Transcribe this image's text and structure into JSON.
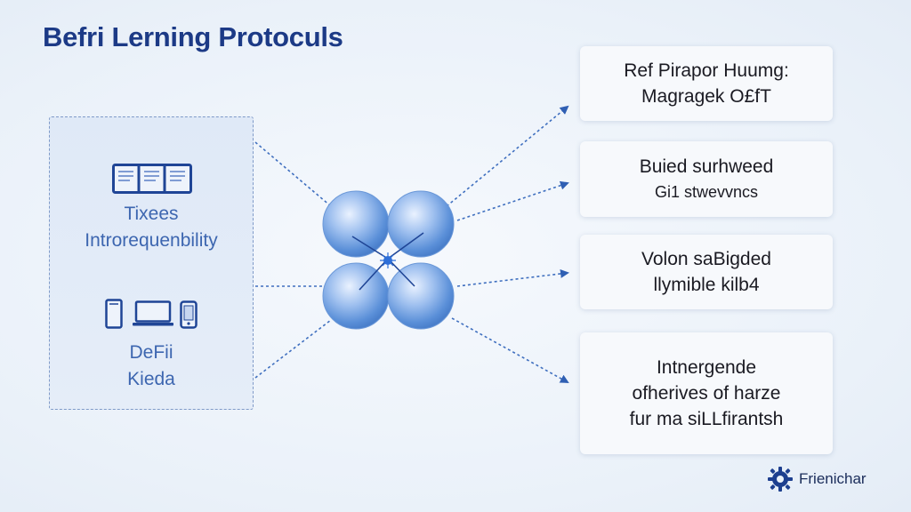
{
  "title": "Befri Lerning Protoculs",
  "left_panel": {
    "label_1": [
      "Tixees",
      "Introrequenbility"
    ],
    "label_2": [
      "DeFii",
      "Kieda"
    ],
    "icons": [
      "window-panels-icon",
      "tablet-icon",
      "laptop-icon",
      "phone-icon"
    ]
  },
  "hub": {
    "icon": "four-circle-hub-icon",
    "color": "#5a8fd8"
  },
  "cards": [
    {
      "lines": [
        "Ref Pirapor Huumg:",
        "Magragek O£fT"
      ]
    },
    {
      "lines": [
        "Buied surhweed",
        "Gi1 stwevvncs"
      ]
    },
    {
      "lines": [
        "Volon saBigded",
        "llymible kilb4"
      ]
    },
    {
      "lines": [
        "Intnergende",
        "ofherives of harze",
        "fur ma siLLfirantsh"
      ]
    }
  ],
  "brand": {
    "name": "Frienichar",
    "icon": "gear-puzzle-icon",
    "color": "#1d3f8f"
  },
  "colors": {
    "title": "#1c3a86",
    "accent": "#2f5fb3",
    "panel_text": "#3d66b0"
  }
}
